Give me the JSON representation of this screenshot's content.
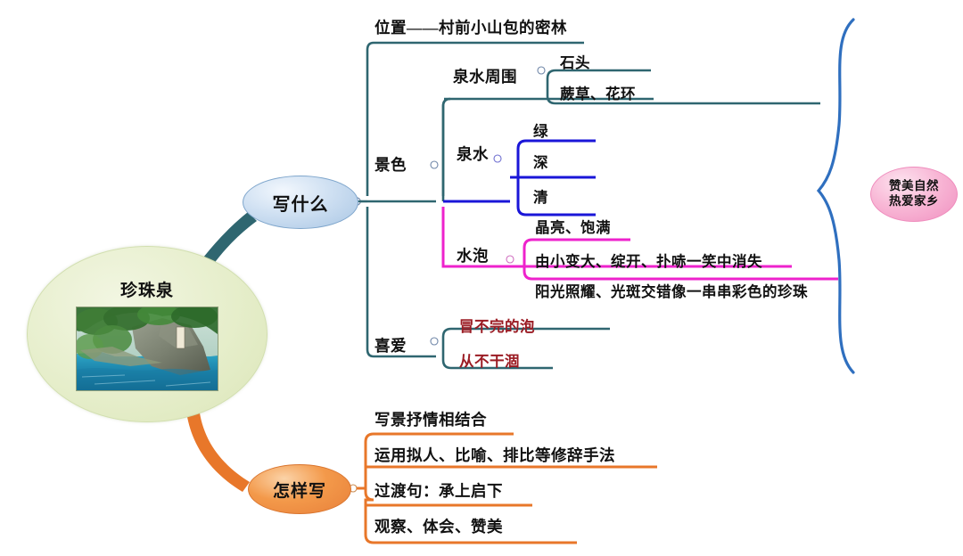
{
  "diagram": {
    "type": "mind-map",
    "title": "珍珠泉",
    "colors": {
      "teal": "#2f6670",
      "blue": "#1a16d8",
      "magenta": "#ee22cc",
      "orange": "#e8772a",
      "brace_blue": "#2f6fbf",
      "root_fill": "#e3ecc4",
      "branch1_fill": "#c6dbef",
      "branch2_fill": "#f3994a",
      "summary_fill": "#f8b6d5",
      "red_text": "#9b1c24"
    }
  },
  "root": {
    "label": "珍珠泉",
    "photo_alt": "珍珠泉照片"
  },
  "branches": [
    {
      "id": "xieshenme",
      "label": "写什么",
      "color": "#2f6670",
      "children": [
        {
          "id": "weizhi",
          "label": "位置——村前小山包的密林",
          "color": "#2f6670",
          "children": []
        },
        {
          "id": "jingse",
          "label": "景色",
          "color": "#2f6670",
          "children": [
            {
              "id": "quanshuizhouwei",
              "label": "泉水周围",
              "color": "#2f6670",
              "children": [
                {
                  "label": "石头"
                },
                {
                  "label": "蕨草、花环"
                }
              ]
            },
            {
              "id": "quanshui",
              "label": "泉水",
              "color": "#1a16d8",
              "children": [
                {
                  "label": "绿"
                },
                {
                  "label": "深"
                },
                {
                  "label": "清"
                }
              ]
            },
            {
              "id": "shuipao",
              "label": "水泡",
              "color": "#ee22cc",
              "children": [
                {
                  "label": "晶亮、饱满"
                },
                {
                  "label": "由小变大、绽开、扑哧一笑中消失"
                },
                {
                  "label": "阳光照耀、光斑交错像一串串彩色的珍珠"
                }
              ]
            }
          ]
        },
        {
          "id": "xiai",
          "label": "喜爱",
          "color": "#2f6670",
          "children": [
            {
              "label": "冒不完的泡",
              "red": true
            },
            {
              "label": "从不干涸",
              "red": true
            }
          ]
        }
      ]
    },
    {
      "id": "zenyangxie",
      "label": "怎样写",
      "color": "#e8772a",
      "children": [
        {
          "label": "写景抒情相结合"
        },
        {
          "label": "运用拟人、比喻、排比等修辞手法"
        },
        {
          "label": "过渡句：承上启下"
        },
        {
          "label": "观察、体会、赞美"
        }
      ]
    }
  ],
  "summary": {
    "line1": "赞美自然",
    "line2": "热爱家乡"
  }
}
